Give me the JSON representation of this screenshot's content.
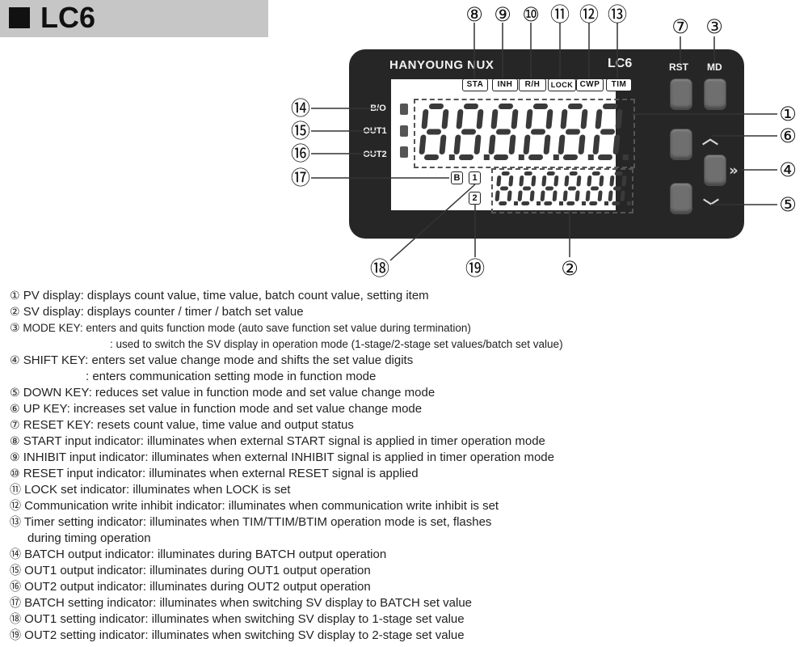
{
  "header": {
    "title": "LC6"
  },
  "device": {
    "brand": "HANYOUNG NUX",
    "model": "LC6",
    "rst_label": "RST",
    "md_label": "MD",
    "out_labels": [
      "B/O",
      "OUT1",
      "OUT2"
    ],
    "indicators": [
      "STA",
      "INH",
      "R/H",
      "LOCK",
      "CWP",
      "TIM"
    ],
    "sv_indicators": [
      "B",
      "1",
      "2"
    ],
    "pv_digits": "888888",
    "sv_digits": "888888"
  },
  "callouts": {
    "n1": "①",
    "n2": "②",
    "n3": "③",
    "n4": "④",
    "n5": "⑤",
    "n6": "⑥",
    "n7": "⑦",
    "n8": "⑧",
    "n9": "⑨",
    "n10": "⑩",
    "n11": "⑪",
    "n12": "⑫",
    "n13": "⑬",
    "n14": "⑭",
    "n15": "⑮",
    "n16": "⑯",
    "n17": "⑰",
    "n18": "⑱",
    "n19": "⑲"
  },
  "descriptions": [
    {
      "num": "①",
      "text": " PV display: displays count value, time value, batch count value, setting item"
    },
    {
      "num": "②",
      "text": " SV display: displays counter / timer / batch set value"
    },
    {
      "num": "③",
      "text": " MODE KEY: enters and quits function mode (auto save function set value during termination)"
    },
    {
      "num": "",
      "text": ": used to switch the SV display in operation mode (1-stage/2-stage set values/batch set value)"
    },
    {
      "num": "④",
      "text": " SHIFT KEY: enters set value change mode and shifts the set value digits"
    },
    {
      "num": "",
      "text": ": enters communication setting mode in function mode"
    },
    {
      "num": "⑤",
      "text": " DOWN KEY: reduces set value in function mode and set value change mode"
    },
    {
      "num": "⑥",
      "text": " UP KEY: increases set value in function mode and set value change mode"
    },
    {
      "num": "⑦",
      "text": " RESET KEY: resets count value, time value and output status"
    },
    {
      "num": "⑧",
      "text": " START input indicator: illuminates when external START signal is applied in timer operation mode"
    },
    {
      "num": "⑨",
      "text": " INHIBIT input indicator: illuminates when external INHIBIT signal is applied in timer operation mode"
    },
    {
      "num": "⑩",
      "text": " RESET input indicator: illuminates when external RESET signal is applied"
    },
    {
      "num": "⑪",
      "text": " LOCK set indicator: illuminates when LOCK is set"
    },
    {
      "num": "⑫",
      "text": " Communication write inhibit indicator: illuminates when communication write inhibit is set"
    },
    {
      "num": "⑬",
      "text": " Timer setting indicator: illuminates when TIM/TTIM/BTIM operation mode is set, flashes"
    },
    {
      "num": "",
      "text": "during timing operation"
    },
    {
      "num": "⑭",
      "text": " BATCH output indicator: illuminates during BATCH output operation"
    },
    {
      "num": "⑮",
      "text": " OUT1 output indicator: illuminates  during OUT1 output operation"
    },
    {
      "num": "⑯",
      "text": " OUT2 output indicator: illuminates  during OUT2 output operation"
    },
    {
      "num": "⑰",
      "text": " BATCH setting indicator: illuminates when switching SV display to BATCH set value"
    },
    {
      "num": "⑱",
      "text": " OUT1 setting indicator: illuminates when switching SV display to 1-stage set value"
    },
    {
      "num": "⑲",
      "text": " OUT2 setting indicator: illuminates when switching SV display to 2-stage set value"
    }
  ]
}
